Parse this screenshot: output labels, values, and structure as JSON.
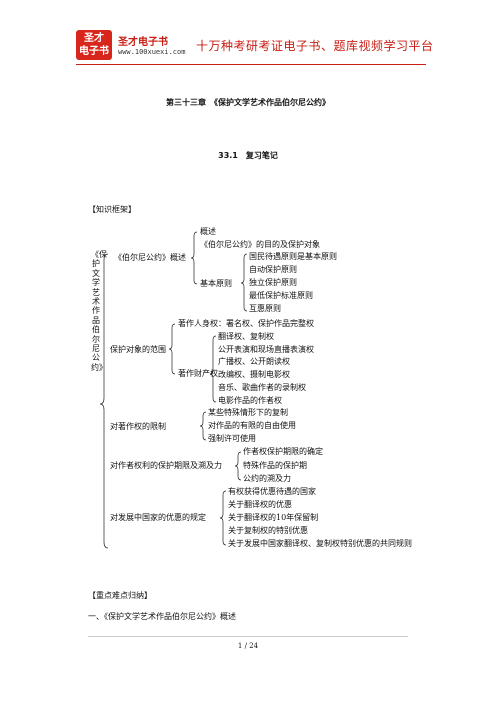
{
  "header": {
    "logo_text": "圣才\n电子书",
    "logo_name": "圣才电子书",
    "url": "www.100xuexi.com",
    "slogan": "十万种考研考证电子书、题库视频学习平台",
    "accent": "#c81e14"
  },
  "chapter_title": "第三十三章　《保护文学艺术作品伯尔尼公约》",
  "section_title": "33.1　复习笔记",
  "framework_label": "【知识框架】",
  "mindmap": {
    "root": "《保护文学艺术作品伯尔尼公约》",
    "b1": {
      "label": "《伯尔尼公约》概述",
      "items": [
        "概述",
        "《伯尔尼公约》的目的及保护对象"
      ],
      "principles_label": "基本原则",
      "principles": [
        "国民待遇原则是基本原则",
        "自动保护原则",
        "独立保护原则",
        "最低保护标准原则",
        "互惠原则"
      ]
    },
    "b2": {
      "label": "保护对象的范围",
      "personal": "著作人身权：署名权、保护作品完整权",
      "property_label": "著作财产权",
      "property": [
        "翻译权、复制权",
        "公开表演和现场直播表演权",
        "广播权、公开朗读权",
        "改编权、摄制电影权",
        "音乐、歌曲作者的录制权",
        "电影作品的作者权"
      ]
    },
    "b3": {
      "label": "对著作权的限制",
      "items": [
        "某些特殊情形下的复制",
        "对作品的有限的自由使用",
        "强制许可使用"
      ]
    },
    "b4": {
      "label": "对作者权利的保护期限及溯及力",
      "items": [
        "作者权保护期限的确定",
        "特殊作品的保护期",
        "公约的溯及力"
      ]
    },
    "b5": {
      "label": "对发展中国家的优惠的规定",
      "items": [
        "有权获得优惠待遇的国家",
        "关于翻译权的优惠",
        "关于翻译权的10年保留制",
        "关于复制权的特别优惠",
        "关于发展中国家翻译权、复制权特别优惠的共同规则"
      ]
    }
  },
  "key_points_label": "【重点难点归纳】",
  "subsection_1": "一、《保护文学艺术作品伯尔尼公约》概述",
  "page_number": "1 / 24"
}
